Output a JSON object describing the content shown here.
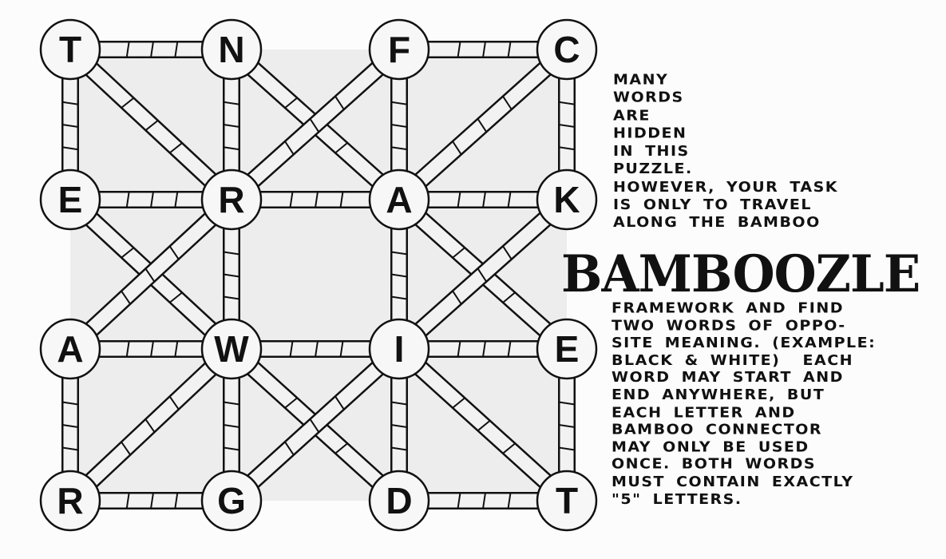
{
  "puzzle": {
    "title": "BAMBOOZLE",
    "grid": [
      [
        "T",
        "N",
        "F",
        "C"
      ],
      [
        "E",
        "R",
        "A",
        "K"
      ],
      [
        "A",
        "W",
        "I",
        "E"
      ],
      [
        "R",
        "G",
        "D",
        "T"
      ]
    ],
    "connectors": [
      [
        [
          0,
          0
        ],
        [
          0,
          1
        ]
      ],
      [
        [
          0,
          2
        ],
        [
          0,
          3
        ]
      ],
      [
        [
          1,
          0
        ],
        [
          1,
          1
        ]
      ],
      [
        [
          1,
          1
        ],
        [
          1,
          2
        ]
      ],
      [
        [
          1,
          2
        ],
        [
          1,
          3
        ]
      ],
      [
        [
          2,
          0
        ],
        [
          2,
          1
        ]
      ],
      [
        [
          2,
          1
        ],
        [
          2,
          2
        ]
      ],
      [
        [
          2,
          2
        ],
        [
          2,
          3
        ]
      ],
      [
        [
          3,
          0
        ],
        [
          3,
          1
        ]
      ],
      [
        [
          3,
          2
        ],
        [
          3,
          3
        ]
      ],
      [
        [
          0,
          0
        ],
        [
          1,
          0
        ]
      ],
      [
        [
          0,
          1
        ],
        [
          1,
          1
        ]
      ],
      [
        [
          0,
          2
        ],
        [
          1,
          2
        ]
      ],
      [
        [
          0,
          3
        ],
        [
          1,
          3
        ]
      ],
      [
        [
          1,
          1
        ],
        [
          2,
          1
        ]
      ],
      [
        [
          1,
          2
        ],
        [
          2,
          2
        ]
      ],
      [
        [
          2,
          0
        ],
        [
          3,
          0
        ]
      ],
      [
        [
          2,
          1
        ],
        [
          3,
          1
        ]
      ],
      [
        [
          2,
          2
        ],
        [
          3,
          2
        ]
      ],
      [
        [
          2,
          3
        ],
        [
          3,
          3
        ]
      ],
      [
        [
          0,
          0
        ],
        [
          1,
          1
        ]
      ],
      [
        [
          0,
          1
        ],
        [
          1,
          2
        ]
      ],
      [
        [
          0,
          2
        ],
        [
          1,
          1
        ]
      ],
      [
        [
          0,
          3
        ],
        [
          1,
          2
        ]
      ],
      [
        [
          1,
          0
        ],
        [
          2,
          1
        ]
      ],
      [
        [
          1,
          1
        ],
        [
          2,
          0
        ]
      ],
      [
        [
          1,
          2
        ],
        [
          2,
          3
        ]
      ],
      [
        [
          1,
          3
        ],
        [
          2,
          2
        ]
      ],
      [
        [
          2,
          1
        ],
        [
          3,
          0
        ]
      ],
      [
        [
          2,
          1
        ],
        [
          3,
          2
        ]
      ],
      [
        [
          2,
          2
        ],
        [
          3,
          1
        ]
      ],
      [
        [
          2,
          2
        ],
        [
          3,
          3
        ]
      ]
    ],
    "colors": {
      "ink": "#111111",
      "bamboo": "#f2f2f2",
      "shade": "#ededed"
    }
  },
  "instructions": {
    "intro_lines": [
      "MANY",
      "WORDS",
      "ARE",
      "HIDDEN",
      "IN THIS",
      "PUZZLE.",
      "HOWEVER, YOUR TASK",
      "IS ONLY TO TRAVEL",
      "ALONG THE BAMBOO"
    ],
    "outro_lines": [
      "FRAMEWORK AND FIND",
      "TWO WORDS OF OPPO-",
      "SITE MEANING. (EXAMPLE:",
      "BLACK & WHITE)  EACH",
      "WORD MAY START AND",
      "END ANYWHERE, BUT",
      "EACH LETTER AND",
      "BAMBOO CONNECTOR",
      "MAY ONLY BE USED",
      "ONCE. BOTH WORDS",
      "MUST CONTAIN EXACTLY",
      "\"5\" LETTERS."
    ]
  }
}
